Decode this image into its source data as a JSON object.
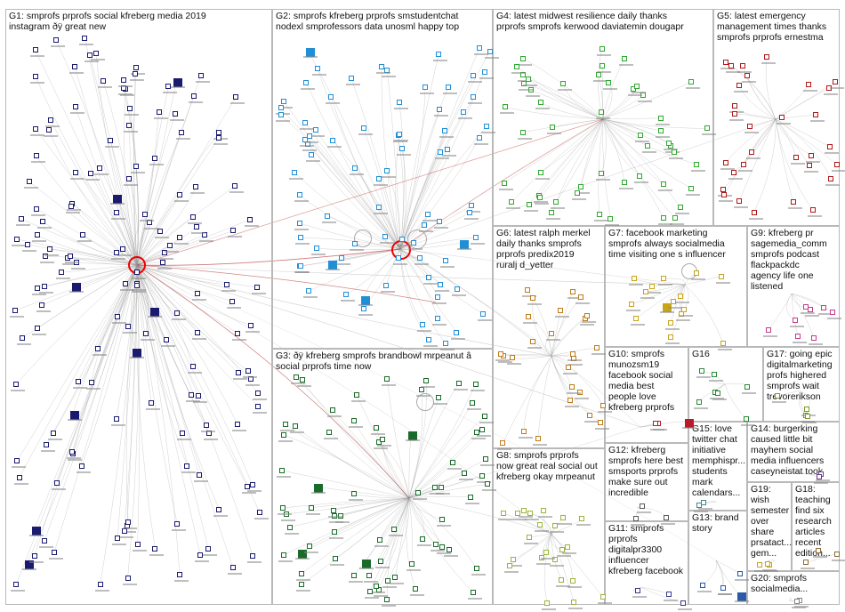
{
  "groups": [
    {
      "id": "G1",
      "label": "G1: smprofs prprofs social kfreberg media 2019\ninstagram ðÿ great new"
    },
    {
      "id": "G2",
      "label": "G2: smprofs kfreberg prprofs smstudentchat\nnodexl smprofessors data unosml happy top"
    },
    {
      "id": "G3",
      "label": "G3: ðÿ kfreberg smprofs brandbowl mrpeanut â\nsocial prprofs time now"
    },
    {
      "id": "G4",
      "label": "G4: latest midwest resilience daily thanks\nprprofs smprofs kerwood daviatemin dougapr"
    },
    {
      "id": "G5",
      "label": "G5: latest emergency\nmanagement times thanks\nsmprofs prprofs ernestma"
    },
    {
      "id": "G6",
      "label": "G6: latest ralph merkel\ndaily thanks smprofs\nprprofs predix2019\nruralj d_yetter"
    },
    {
      "id": "G7",
      "label": "G7: facebook marketing\nsmprofs always socialmedia\ntime visiting one s influencer"
    },
    {
      "id": "G8",
      "label": "G8: smprofs prprofs\nnow great real social out\nkfreberg okay mrpeanut"
    },
    {
      "id": "G9",
      "label": "G9: kfreberg pr\nsagemedia_comm\nsmprofs podcast\nflackpackdc\nagency life one\nlistened"
    },
    {
      "id": "G10",
      "label": "G10: smprofs\nmunozsm19\nfacebook social\nmedia best\npeople love\nkfreberg prprofs"
    },
    {
      "id": "G11",
      "label": "G11: smprofs\nprprofs\ndigitalpr3300\ninfluencer\nkfreberg facebook"
    },
    {
      "id": "G12",
      "label": "G12: kfreberg\nsmprofs here best\nsmsports prprofs\nmake sure out\nincredible"
    },
    {
      "id": "G13",
      "label": "G13: brand\nstory"
    },
    {
      "id": "G14",
      "label": "G14: burgerking\ncaused little bit\nmayhem social\nmedia influencers\ncaseyneistat took"
    },
    {
      "id": "G15",
      "label": "G15: love\ntwitter chat\ninitiative\nmemphispr...\nstudents\nmark\ncalendars..."
    },
    {
      "id": "G16",
      "label": "G16"
    },
    {
      "id": "G17",
      "label": "G17: going epic\ndigitalmarketing\nprofs highered\nsmprofs wait\ntrevorerikson"
    },
    {
      "id": "G18",
      "label": "G18:\nteaching\nfind six\nresearch\narticles\nrecent\nedition..."
    },
    {
      "id": "G19",
      "label": "G19:\nwish\nsemester\nover\nshare\nprsatact...\ngem..."
    },
    {
      "id": "G20",
      "label": "G20: smprofs\nsocialmedia..."
    }
  ],
  "colors": {
    "G1": "#1a1a6e",
    "G2": "#1f8fd6",
    "G3": "#1a6b2a",
    "G4": "#2fa82f",
    "G5": "#b01818",
    "G6": "#c07a18",
    "G7": "#c8a418",
    "G8": "#9ab53a",
    "G9": "#c43c8c",
    "G10": "#b81a2c",
    "G11": "#3a3a8c",
    "G12": "#5a5a5a",
    "G13": "#2a5aa8",
    "G14": "#6a3a8a",
    "G15": "#3a8a8a",
    "G16": "#2a8a3a",
    "G17": "#7a9a2a",
    "G18": "#8a6a3a",
    "G19": "#c8a418",
    "G20": "#888888",
    "edge": "#9a9a9a",
    "edge_highlight": "#b02020",
    "hub": "#e00000"
  }
}
